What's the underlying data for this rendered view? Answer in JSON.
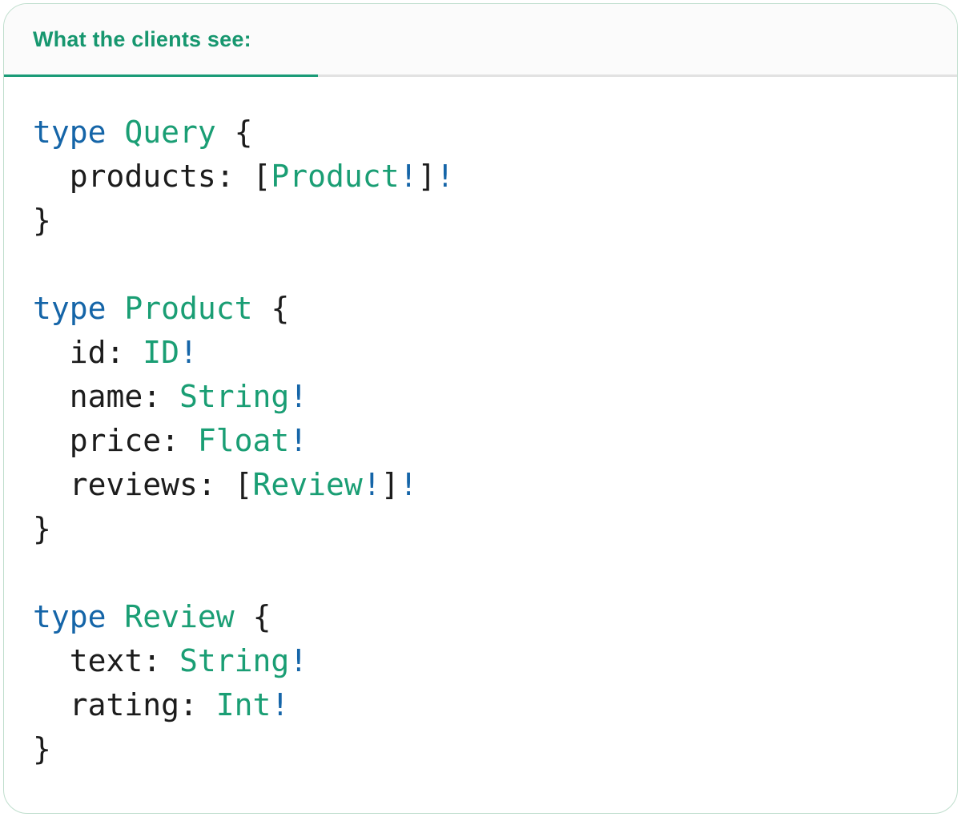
{
  "header": {
    "tab_label": "What the clients see:"
  },
  "colors": {
    "header_teal": "#17976F",
    "code_green": "#1A9E74",
    "code_blue": "#1565A8",
    "code_plain": "#1C1C1C",
    "tab_underline": "#1A9B77",
    "card_border": "#BFDECD",
    "header_bg": "#FBFBFB",
    "divider_gray": "#E2E2E2",
    "card_bg": "#FFFFFF"
  },
  "code": {
    "language": "graphql-schema",
    "blocks": [
      {
        "name": "Query",
        "lines": [
          [
            {
              "c": "kw",
              "v": "type"
            },
            {
              "c": "pl",
              "v": " "
            },
            {
              "c": "ty",
              "v": "Query"
            },
            {
              "c": "pl",
              "v": " {"
            }
          ],
          [
            {
              "c": "pl",
              "v": "  products: ["
            },
            {
              "c": "ty",
              "v": "Product"
            },
            {
              "c": "bg",
              "v": "!"
            },
            {
              "c": "pl",
              "v": "]"
            },
            {
              "c": "bg",
              "v": "!"
            }
          ],
          [
            {
              "c": "pl",
              "v": "}"
            }
          ]
        ]
      },
      {
        "name": "Product",
        "lines": [
          [
            {
              "c": "kw",
              "v": "type"
            },
            {
              "c": "pl",
              "v": " "
            },
            {
              "c": "ty",
              "v": "Product"
            },
            {
              "c": "pl",
              "v": " {"
            }
          ],
          [
            {
              "c": "pl",
              "v": "  id: "
            },
            {
              "c": "ty",
              "v": "ID"
            },
            {
              "c": "bg",
              "v": "!"
            }
          ],
          [
            {
              "c": "pl",
              "v": "  name: "
            },
            {
              "c": "ty",
              "v": "String"
            },
            {
              "c": "bg",
              "v": "!"
            }
          ],
          [
            {
              "c": "pl",
              "v": "  price: "
            },
            {
              "c": "ty",
              "v": "Float"
            },
            {
              "c": "bg",
              "v": "!"
            }
          ],
          [
            {
              "c": "pl",
              "v": "  reviews: ["
            },
            {
              "c": "ty",
              "v": "Review"
            },
            {
              "c": "bg",
              "v": "!"
            },
            {
              "c": "pl",
              "v": "]"
            },
            {
              "c": "bg",
              "v": "!"
            }
          ],
          [
            {
              "c": "pl",
              "v": "}"
            }
          ]
        ]
      },
      {
        "name": "Review",
        "lines": [
          [
            {
              "c": "kw",
              "v": "type"
            },
            {
              "c": "pl",
              "v": " "
            },
            {
              "c": "ty",
              "v": "Review"
            },
            {
              "c": "pl",
              "v": " {"
            }
          ],
          [
            {
              "c": "pl",
              "v": "  text: "
            },
            {
              "c": "ty",
              "v": "String"
            },
            {
              "c": "bg",
              "v": "!"
            }
          ],
          [
            {
              "c": "pl",
              "v": "  rating: "
            },
            {
              "c": "ty",
              "v": "Int"
            },
            {
              "c": "bg",
              "v": "!"
            }
          ],
          [
            {
              "c": "pl",
              "v": "}"
            }
          ]
        ]
      }
    ]
  }
}
